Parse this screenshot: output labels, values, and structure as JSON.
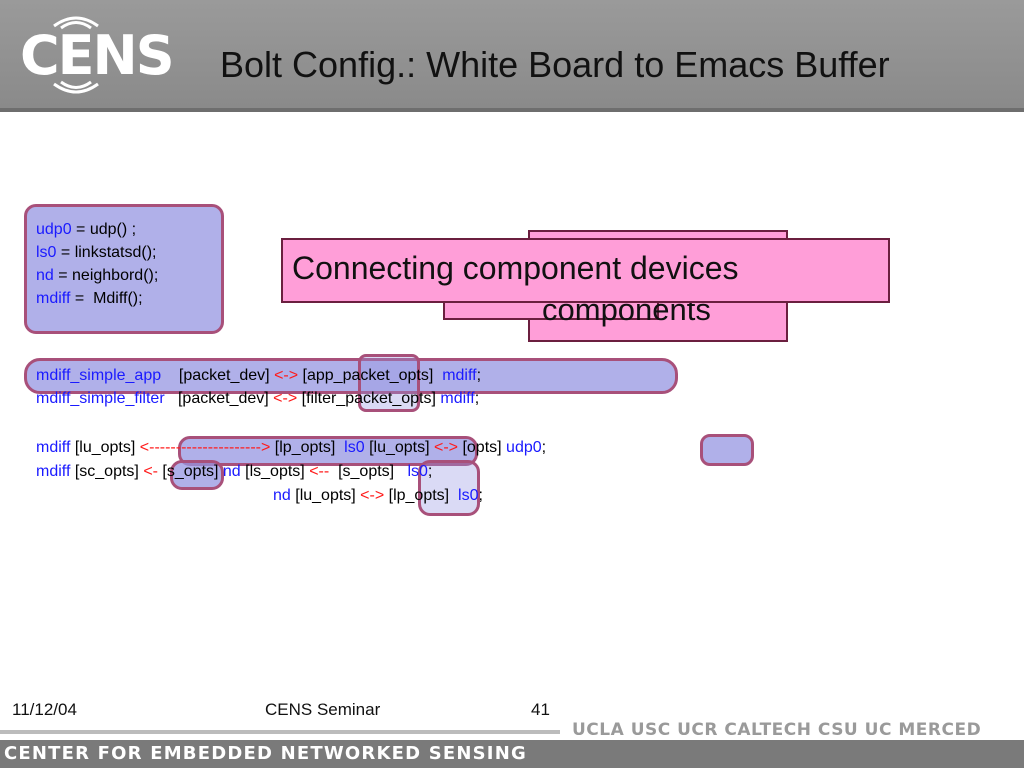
{
  "header": {
    "logo_text": "CENS",
    "title": "Bolt Config.: White Board to Emacs Buffer"
  },
  "decl_box": {
    "lines": [
      {
        "name": "udp0",
        "rest": " = udp() ;"
      },
      {
        "name": "ls0",
        "rest": " = linkstatsd();"
      },
      {
        "name": "nd",
        "rest": " = neighbord();"
      },
      {
        "name": "mdiff",
        "rest": " =  Mdiff();"
      }
    ]
  },
  "callouts": {
    "back_text": "components",
    "front_text": "Connecting component devices"
  },
  "code_lines": {
    "l1": {
      "a": "mdiff_simple_app",
      "b": "    [packet_dev] ",
      "c": "<->",
      "d": " [app_packet_opts]  ",
      "e": "mdiff",
      "f": ";"
    },
    "l2": {
      "a": "mdiff_simple_filter",
      "b": "   [packet_dev] ",
      "c": "<->",
      "d": " [filter_packet_opts] ",
      "e": "mdiff",
      "f": ";"
    },
    "l3": {
      "a": "mdiff",
      "b": " [lu_opts] ",
      "c": "<--------------------->",
      "d": " [lp_opts]  ",
      "e": "ls0",
      "f": " [lu_opts] ",
      "g": "<->",
      "h": " [opts] ",
      "i": "udp0",
      "j": ";"
    },
    "l4": {
      "a": "mdiff",
      "b": " [sc_opts] ",
      "c": "<-",
      "d": " [s_opts] ",
      "e": "nd",
      "f": " [ls_opts] ",
      "g": "<--",
      "h": "  [s_opts]   ",
      "i": "ls0",
      "j": ";"
    },
    "l5": {
      "a": "nd",
      "b": " [lu_opts] ",
      "c": "<->",
      "d": " [lp_opts]  ",
      "e": "ls0",
      "f": ";"
    }
  },
  "footer": {
    "date": "11/12/04",
    "center": "CENS Seminar",
    "page": "41",
    "universities": "UCLA  USC  UCR  CALTECH  CSU  UC MERCED",
    "bar_text": "CENTER FOR EMBEDDED NETWORKED SENSING"
  },
  "colors": {
    "keyword": "#1a1aff",
    "arrow": "#ff1a1a",
    "highlight": "#9696e1",
    "highlight_border": "#a8507a",
    "callout_fill": "#ff9ed8"
  }
}
